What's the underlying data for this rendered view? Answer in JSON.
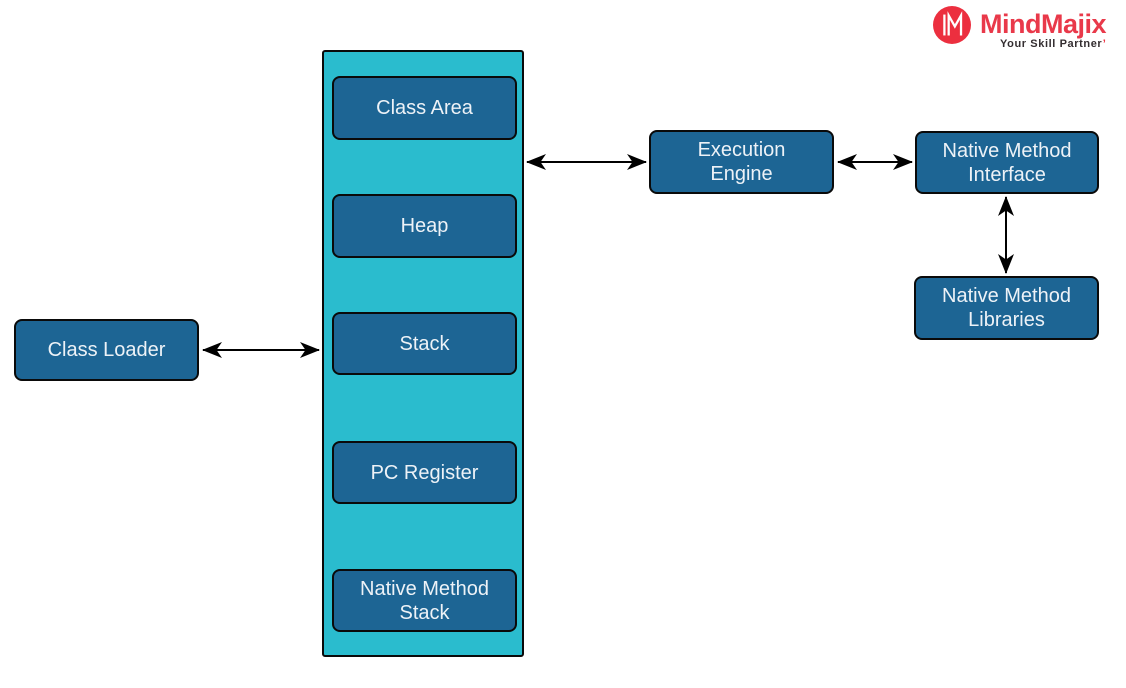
{
  "page": {
    "background": "#ffffff"
  },
  "logo": {
    "brand": "MindMajix",
    "tagline": "Your Skill Partner",
    "tagline_mark": "’",
    "circle_color": "#ec2f3f",
    "brand_color": "#e9394a",
    "tagline_color": "#332d30",
    "monogram": "M"
  },
  "diagram": {
    "colors": {
      "runtime_container_fill": "#2abcce",
      "node_fill": "#1d6594",
      "node_border": "#0a0a0a",
      "node_text": "#edf2f7",
      "arrow": "#000000"
    },
    "runtime_area": {
      "boxes": [
        {
          "label": "Class Area"
        },
        {
          "label": "Heap"
        },
        {
          "label": "Stack"
        },
        {
          "label": "PC Register"
        },
        {
          "label": "Native Method Stack"
        }
      ]
    },
    "nodes": [
      {
        "id": "class-loader",
        "label": "Class Loader"
      },
      {
        "id": "execution-engine",
        "label": "Execution Engine"
      },
      {
        "id": "native-method-interface",
        "label": "Native Method Interface"
      },
      {
        "id": "native-method-libraries",
        "label": "Native Method Libraries"
      }
    ],
    "connections": [
      {
        "from": "class-loader",
        "to": "runtime-area",
        "type": "bidirectional"
      },
      {
        "from": "runtime-area",
        "to": "execution-engine",
        "type": "bidirectional"
      },
      {
        "from": "execution-engine",
        "to": "native-method-interface",
        "type": "bidirectional"
      },
      {
        "from": "native-method-interface",
        "to": "native-method-libraries",
        "type": "bidirectional"
      }
    ]
  }
}
